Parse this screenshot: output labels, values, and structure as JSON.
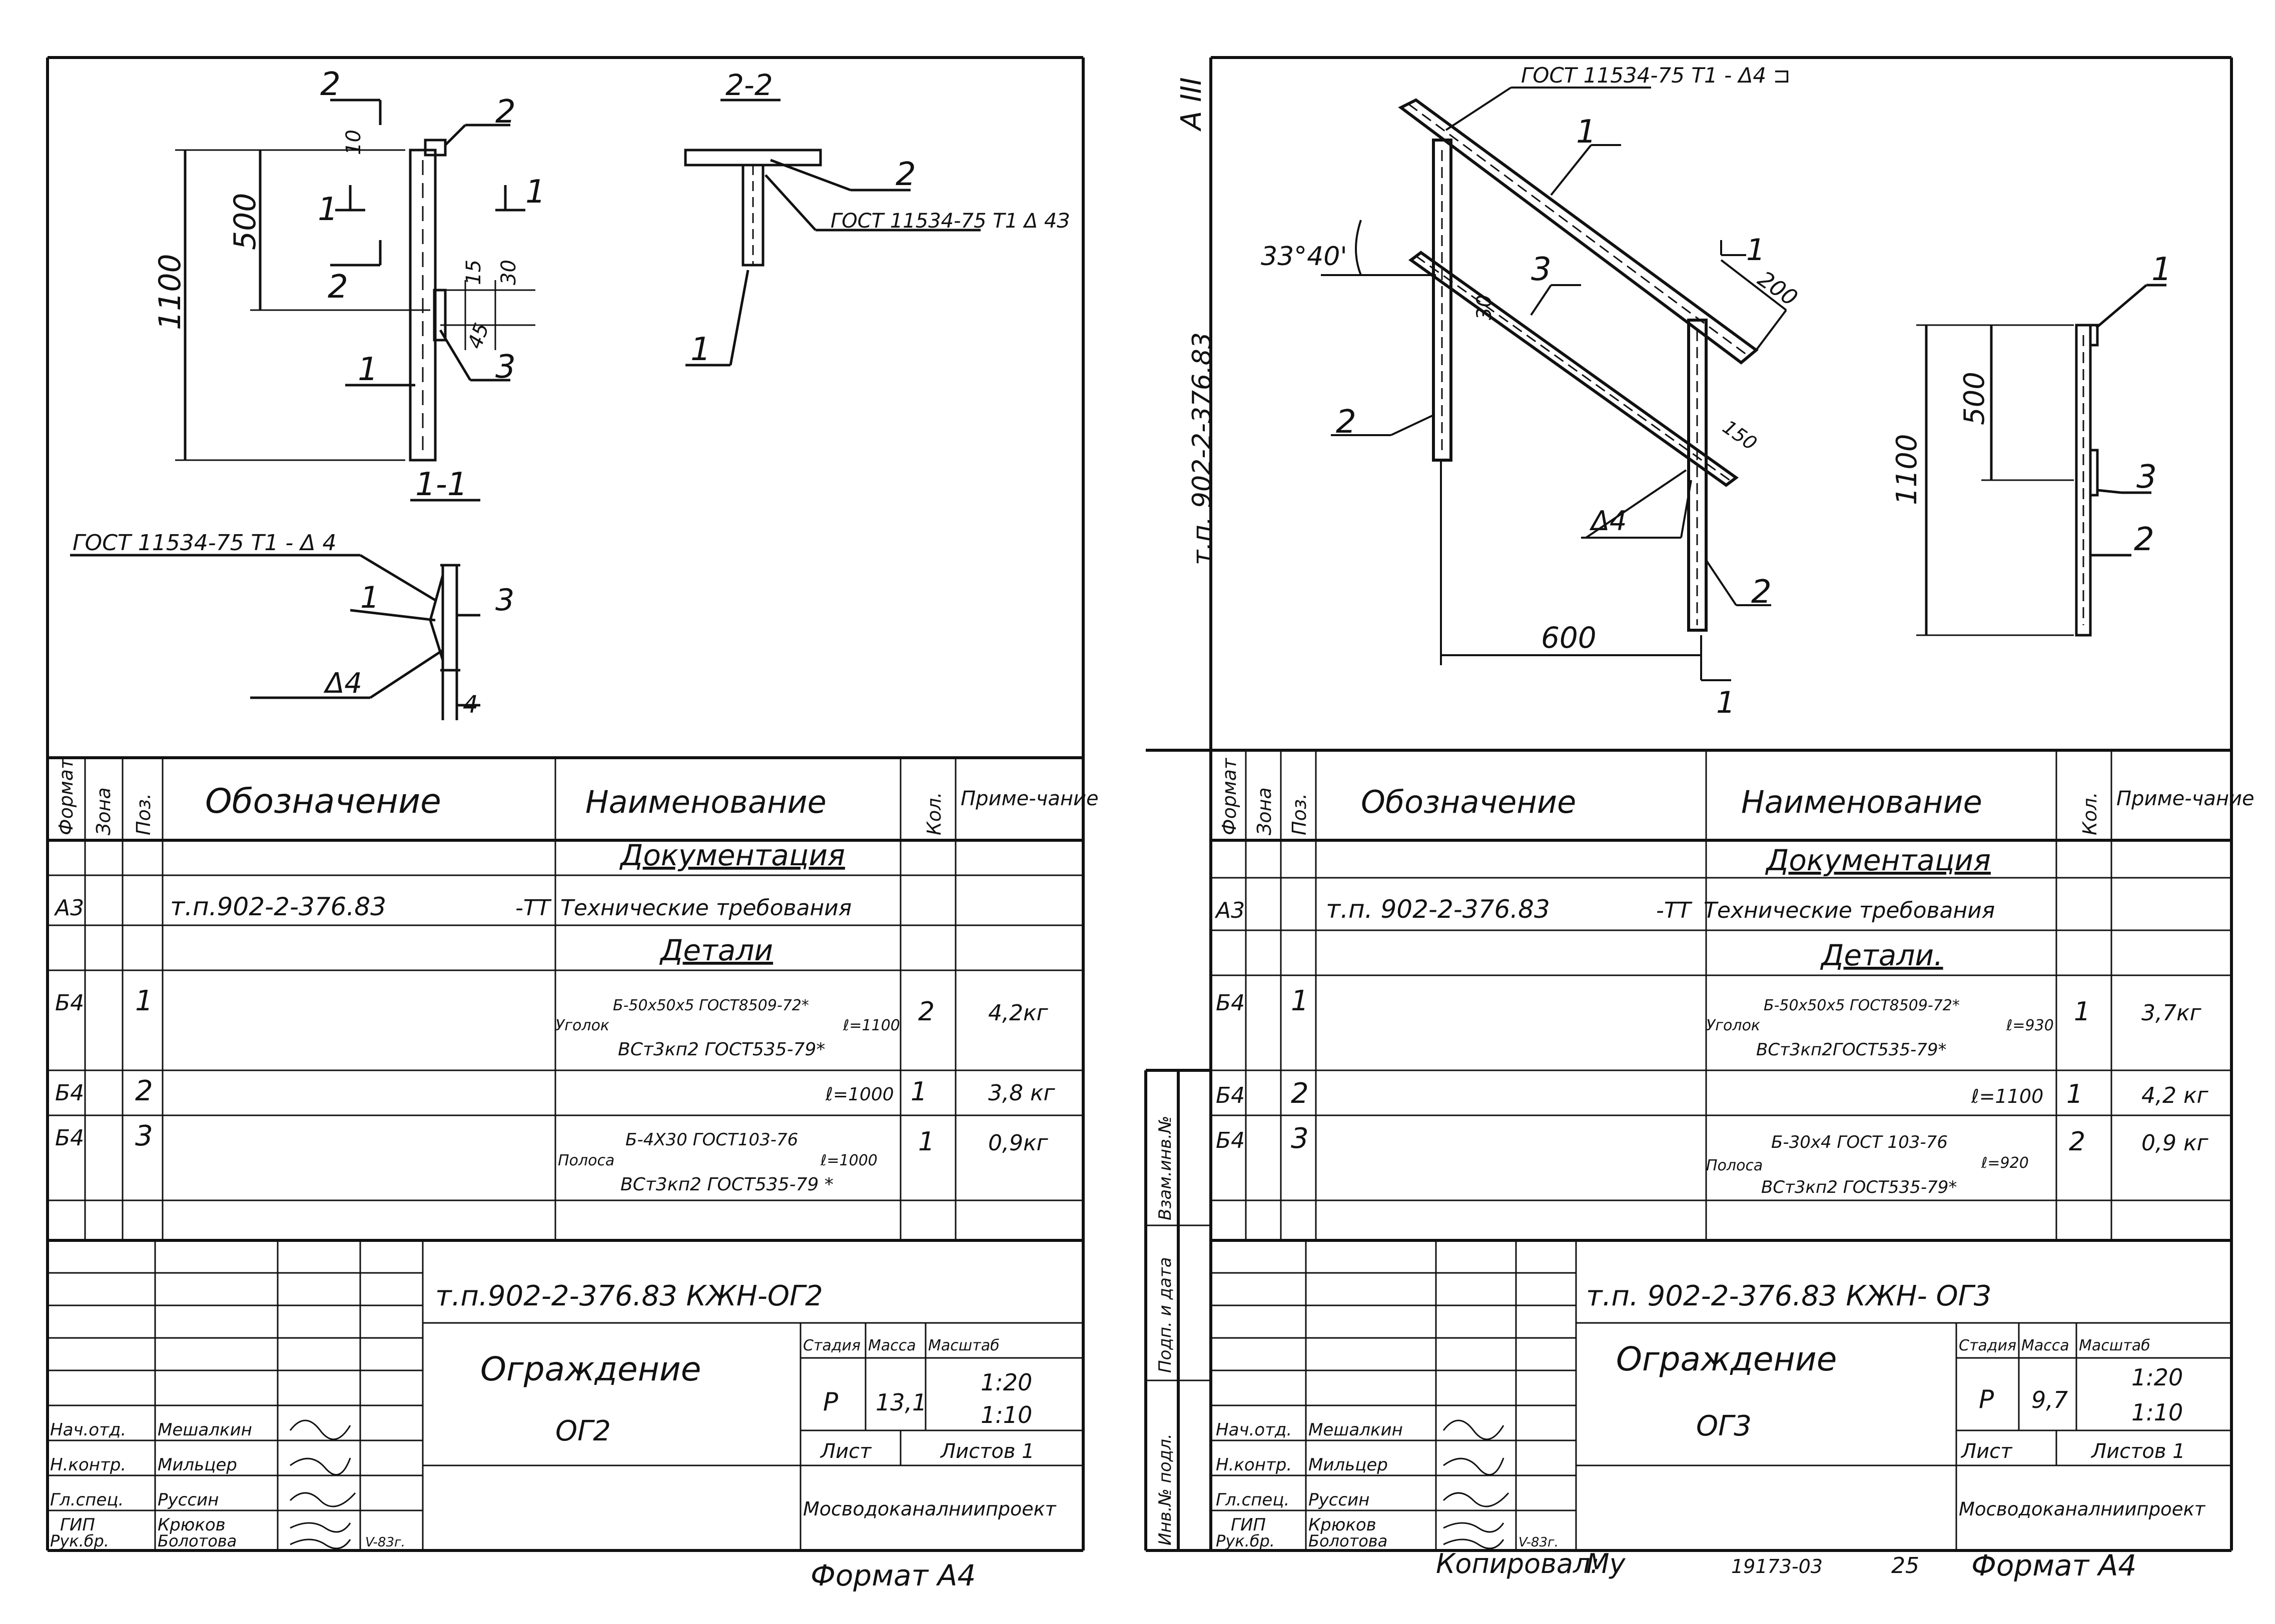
{
  "left": {
    "drawing": {
      "sec22_title": "2-2",
      "sec11_title": "1-1",
      "dim_1100": "1100",
      "dim_500": "500",
      "dim_10": "10",
      "dim_15": "15",
      "dim_30": "30",
      "dim_45": "45",
      "dim_4": "4",
      "pos1": "1",
      "pos2": "2",
      "pos3": "3",
      "cut1": "1",
      "cut2": "2",
      "weld_note_22": "ГОСТ 11534-75 Т1 Δ 4З",
      "weld_note_11": "ГОСТ 11534-75 Т1 - Δ 4",
      "weld_size": "Δ4"
    },
    "spec": {
      "headers": {
        "format": "Формат",
        "zone": "Зона",
        "pos": "Поз.",
        "designation": "Обозначение",
        "name": "Наименование",
        "qty": "Кол.",
        "note": "Приме-чание"
      },
      "section_docs": "Документация",
      "doc_row": {
        "format": "А3",
        "designation": "т.п.902-2-376.83",
        "suffix": "-ТТ",
        "name": "Технические требования"
      },
      "section_parts": "Детали",
      "rows": [
        {
          "format": "Б4",
          "pos": "1",
          "label": "Уголок",
          "line1": "Б-50х50х5 ГОСТ8509-72*",
          "len": "ℓ=1100",
          "line2": "ВСт3кп2 ГОСТ535-79*",
          "qty": "2",
          "note": "4,2кг"
        },
        {
          "format": "Б4",
          "pos": "2",
          "label": "",
          "line1": "",
          "len": "ℓ=1000",
          "line2": "",
          "qty": "1",
          "note": "3,8 кг"
        },
        {
          "format": "Б4",
          "pos": "3",
          "label": "Полоса",
          "line1": "Б-4Х30 ГОСТ103-76",
          "len": "ℓ=1000",
          "line2": "ВСт3кп2 ГОСТ535-79 *",
          "qty": "1",
          "note": "0,9кг"
        }
      ]
    },
    "title_block": {
      "code": "т.п.902-2-376.83   КЖН-ОГ2",
      "title": "Ограждение",
      "mark": "ОГ2",
      "stage_h": "Стадия",
      "mass_h": "Масса",
      "scale_h": "Масштаб",
      "stage": "Р",
      "mass": "13,1",
      "scale1": "1:20",
      "scale2": "1:10",
      "sheet_h": "Лист",
      "sheets_h": "Листов 1",
      "org": "Мосводоканалниипроект",
      "roles": [
        {
          "role": "Нач.отд.",
          "name": "Мешалкин"
        },
        {
          "role": "Н.контр.",
          "name": "Мильцер"
        },
        {
          "role": "Гл.спец.",
          "name": "Руссин"
        },
        {
          "role": "ГИП",
          "name": "Крюков"
        },
        {
          "role": "Рук.бр.",
          "name": "Болотова"
        }
      ],
      "date": "V-83г."
    },
    "format": "Формат А4"
  },
  "right": {
    "drawing": {
      "weld_note": "ГОСТ 11534-75 Т1 - Δ4 ⊐",
      "angle": "33°40'",
      "dim_30": "30",
      "dim_200": "200",
      "dim_150": "150",
      "dim_600": "600",
      "dim_1100": "1100",
      "dim_500": "500",
      "weld_size": "Δ4",
      "pos1": "1",
      "pos2": "2",
      "pos3": "3",
      "cut1": "1",
      "sheet_mark": "А III",
      "vertical_code": "т.п. 902-2-376.83"
    },
    "spec": {
      "headers": {
        "format": "Формат",
        "zone": "Зона",
        "pos": "Поз.",
        "designation": "Обозначение",
        "name": "Наименование",
        "qty": "Кол.",
        "note": "Приме-чание"
      },
      "section_docs": "Документация",
      "doc_row": {
        "format": "А3",
        "designation": "т.п. 902-2-376.83",
        "suffix": "-ТТ",
        "name": "Технические требования"
      },
      "section_parts": "Детали.",
      "rows": [
        {
          "format": "Б4",
          "pos": "1",
          "label": "Уголок",
          "line1": "Б-50х50х5 ГОСТ8509-72*",
          "len": "ℓ=930",
          "line2": "ВСт3кп2ГОСТ535-79*",
          "qty": "1",
          "note": "3,7кг"
        },
        {
          "format": "Б4",
          "pos": "2",
          "label": "",
          "line1": "",
          "len": "ℓ=1100",
          "line2": "",
          "qty": "1",
          "note": "4,2 кг"
        },
        {
          "format": "Б4",
          "pos": "3",
          "label": "Полоса",
          "line1": "Б-30х4 ГОСТ 103-76",
          "len": "ℓ=920",
          "line2": "ВСт3кп2 ГОСТ535-79*",
          "qty": "2",
          "note": "0,9 кг"
        }
      ]
    },
    "title_block": {
      "code": "т.п. 902-2-376.83   КЖН- ОГ3",
      "title": "Ограждение",
      "mark": "ОГ3",
      "stage_h": "Стадия",
      "mass_h": "Масса",
      "scale_h": "Масштаб",
      "stage": "Р",
      "mass": "9,7",
      "scale1": "1:20",
      "scale2": "1:10",
      "sheet_h": "Лист",
      "sheets_h": "Листов 1",
      "org": "Мосводоканалниипроект",
      "roles": [
        {
          "role": "Нач.отд.",
          "name": "Мешалкин"
        },
        {
          "role": "Н.контр.",
          "name": "Мильцер"
        },
        {
          "role": "Гл.спец.",
          "name": "Руссин"
        },
        {
          "role": "ГИП",
          "name": "Крюков"
        },
        {
          "role": "Рук.бр.",
          "name": "Болотова"
        }
      ],
      "date": "V-83г."
    },
    "side_labels": {
      "inv_orig": "Инв.№ подл.",
      "sign_date": "Подп. и дата",
      "inv_dup": "Взам.инв.№"
    },
    "copied": "Копировал:",
    "copied_sign": "Му",
    "order": "19173-03",
    "page_no": "25",
    "format": "Формат А4"
  }
}
